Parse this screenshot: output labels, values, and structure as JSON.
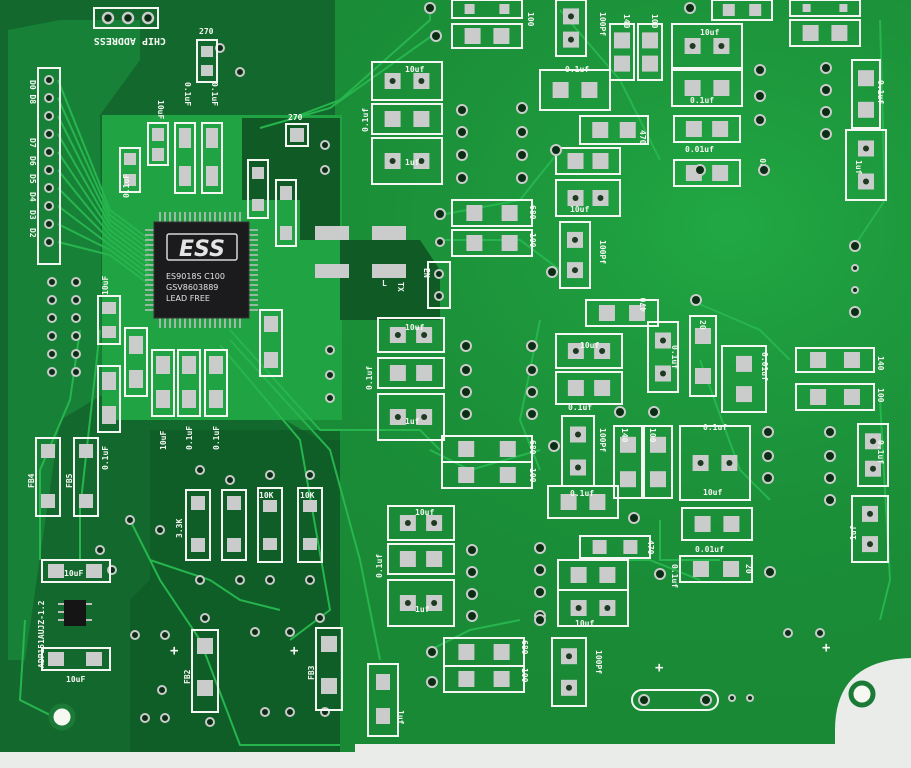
{
  "photo": {
    "chip_logo": "ESS",
    "chip_lines": [
      "ES9018S   C100",
      "GSV8603889",
      "LEAD FREE"
    ],
    "labels": {
      "chip_address": "CHIP ADDRESS",
      "r270_top": "270",
      "r270_mid": "270",
      "c10uf_a": "10uF",
      "c01uf_a": "0.1uF",
      "c01uf_b": "0.1uF",
      "c01uf_c": "0.1uF",
      "c10uf_b": "10uF",
      "c01uf_d": "0.1uF",
      "c10uf_c": "10uF",
      "c01uf_e": "0.1uF",
      "c01uf_f": "0.1uF",
      "fb4": "FB4",
      "fb5": "FB5",
      "fb2": "FB2",
      "fb3": "FB3",
      "r10k_a": "10K",
      "r10k_b": "10K",
      "r33k": "3.3K",
      "reg_label": "ADP151AUJZ-1.2",
      "c10uf_reg_top": "10uF",
      "c10uf_reg_bot": "10uF",
      "en": "EN",
      "l": "L",
      "tx": "TX",
      "plus_a": "+",
      "plus_b": "+",
      "plus_c": "+",
      "plus_d": "+",
      "c1uf_bottom": "1uf",
      "d_pins": [
        "D0 D8",
        "D7",
        "D6",
        "D5",
        "D4",
        "D3",
        "D2"
      ],
      "s10uf_1": "10uf",
      "s01uf_1": "0.1uf",
      "s1uf_1": "1uf",
      "s10uf_2": "10uf",
      "s01uf_2": "0.1uf",
      "s1uf_2": "1uf",
      "s10uf_3": "10uf",
      "s01uf_3": "0.1uf",
      "s1uf_3": "1uf",
      "s470_1": "470",
      "s01uf_4": "0.1uf",
      "s10uf_4": "10uf",
      "s680_1": "680",
      "s100_1": "100",
      "s100pf_1": "100Pf",
      "s140_1": "140",
      "s100_2": "100",
      "s10uf_5": "10uf",
      "s01uf_5": "0.1uf",
      "s001uf_1": "0.01uf",
      "s20_1": "20",
      "s01uf_6": "0.1uf",
      "s1uf_4": "1uf",
      "s470_2": "470",
      "s01uf_7": "0.1uf",
      "s20_2": "20",
      "s10uf_6": "10uf",
      "s01uf_8": "0.1uf",
      "s001uf_2": "0.01uf",
      "s140_2": "140",
      "s100_3": "100",
      "s01uf_9": "0.1uf",
      "s1uf_5": "1uf",
      "s680_2": "680",
      "s100_4": "100",
      "s100pf_2": "100Pf",
      "s140_3": "140",
      "s100_5": "100",
      "s01uf_10": "0.1uf",
      "s10uf_7": "10uf",
      "s470_3": "470",
      "s01uf_11": "0.1uf",
      "s10uf_8": "10uf",
      "s001uf_3": "0.01uf",
      "s20_3": "20",
      "s680_3": "680",
      "s100_6": "100",
      "s100pf_3": "100Pf",
      "s100pf_top": "100Pf",
      "s100_top": "100"
    }
  },
  "colors": {
    "board_green": "#1c9a3c",
    "dark_green": "#0f5a25",
    "trace_green": "#24b04a",
    "silkscreen": "#f4f7f2",
    "pad_silver": "#c9ccca",
    "chip_black": "#1b1b1d",
    "background": "#e9ece8"
  }
}
